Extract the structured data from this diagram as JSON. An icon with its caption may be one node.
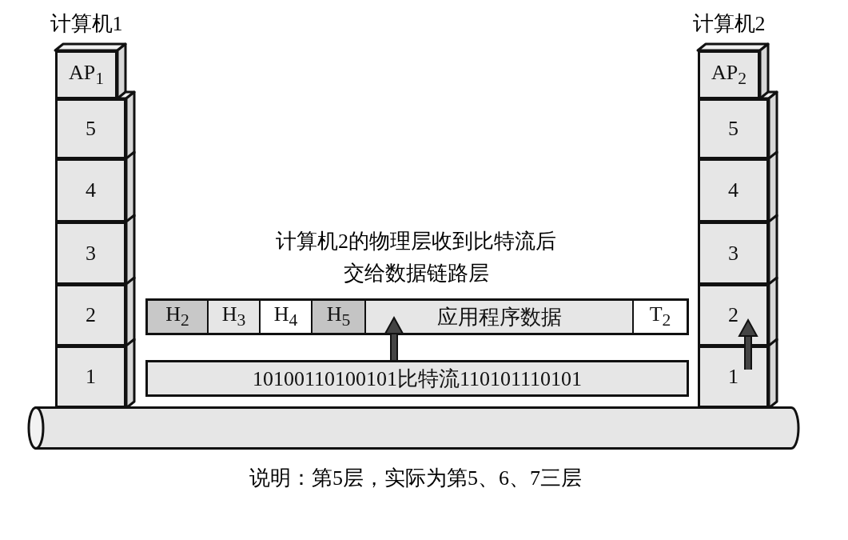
{
  "diagram": {
    "caption": "说明：第5层，实际为第5、6、7三层",
    "nodes": [
      {
        "text": [
          "AP$_{1}$"
        ],
        "beside": [
          "计算机1"
        ]
      },
      {
        "text": [
          "5"
        ]
      },
      {
        "text": [
          "4"
        ]
      },
      {
        "text": [
          "3"
        ]
      },
      {
        "text": [
          "2"
        ]
      },
      {
        "text": [
          "1"
        ]
      },
      {
        "text": [
          "AP$_{2}$"
        ],
        "beside": [
          "计算机2"
        ]
      },
      {
        "text": [
          "5"
        ]
      },
      {
        "text": [
          "4"
        ]
      },
      {
        "text": [
          "3"
        ]
      },
      {
        "text": [
          "2"
        ]
      },
      {
        "text": [
          "1"
        ]
      },
      {
        "text": [],
        "shape": "box"
      },
      {
        "text": [
          "H$_{2}$"
        ],
        "in": 12
      },
      {
        "text": [
          "H$_{3}$"
        ],
        "in": 12
      },
      {
        "text": [
          "H$_{4}$"
        ],
        "in": 12
      },
      {
        "text": [
          "H$_{5}$"
        ],
        "in": 12
      },
      {
        "text": [
          "应用程序数据"
        ],
        "in": 12
      },
      {
        "text": [
          "T$_{2}$"
        ],
        "in": 12
      },
      {
        "text": [
          "10100110100101比特流110101110101"
        ]
      },
      {
        "text": [],
        "shape": "cylinder"
      }
    ],
    "edges": [
      {
        "from": 19,
        "to": 17,
        "arrow": "to"
      },
      {
        "from": 11,
        "to": 10,
        "arrow": "to"
      }
    ],
    "labels": [
      "计算机2的物理层收到比特流后交给数据链路层"
    ]
  }
}
